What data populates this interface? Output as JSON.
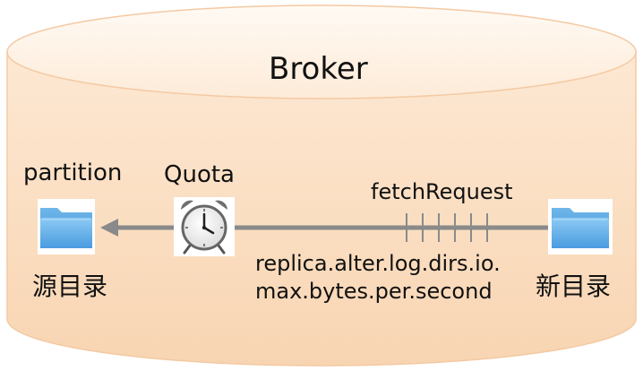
{
  "diagram": {
    "title": "Broker",
    "partition_label": "partition",
    "quota_label": "Quota",
    "fetch_label": "fetchRequest",
    "source_dir_label": "源目录",
    "target_dir_label": "新目录",
    "config_line1": "replica.alter.log.dirs.io.",
    "config_line2": "max.bytes.per.second"
  },
  "icons": {
    "source_folder": "folder-icon",
    "target_folder": "folder-icon",
    "clock": "alarm-clock-icon"
  },
  "colors": {
    "cylinder_fill_top": "#fef4ea",
    "cylinder_fill_bottom": "#f9d8b6",
    "cylinder_stroke": "#f4c9a2",
    "arrow": "#8a8a8a",
    "folder_blue": "#4a9fe0",
    "text": "#111111"
  }
}
